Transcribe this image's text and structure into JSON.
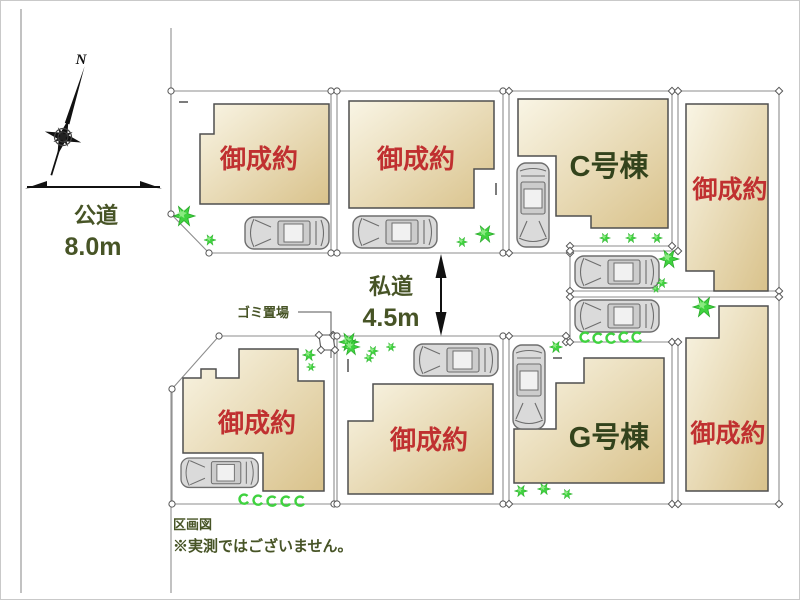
{
  "title": "区画図",
  "compass": {
    "north": "N"
  },
  "public_road": {
    "name": "公道",
    "width": "8.0m"
  },
  "private_road": {
    "name": "私道",
    "width": "4.5m"
  },
  "garbage": {
    "label": "ゴミ置場"
  },
  "footer": {
    "title": "区画図",
    "note": "※実測ではございません。"
  },
  "lots": [
    {
      "id": "top-left",
      "label": "御成約",
      "status": "sold"
    },
    {
      "id": "top-middle",
      "label": "御成約",
      "status": "sold"
    },
    {
      "id": "unit-c",
      "label": "C号棟",
      "status": "available"
    },
    {
      "id": "top-right",
      "label": "御成約",
      "status": "sold"
    },
    {
      "id": "bottom-left",
      "label": "御成約",
      "status": "sold"
    },
    {
      "id": "bottom-middle",
      "label": "御成約",
      "status": "sold"
    },
    {
      "id": "unit-g",
      "label": "G号棟",
      "status": "available"
    },
    {
      "id": "bottom-right",
      "label": "御成約",
      "status": "sold"
    }
  ],
  "colors": {
    "sold_text": "#c03030",
    "unit_text": "#33431c",
    "label_text": "#475426",
    "lot_line": "#8c8c8c",
    "building_line": "#4f4f4f",
    "building_fill_top": "#f9f5e5",
    "building_fill_bottom": "#d9c28b",
    "tree_green": "#3fd23f",
    "car_body": "#dadada",
    "marker_line": "#555555",
    "road_line": "#999999",
    "arrow_black": "#111111"
  }
}
